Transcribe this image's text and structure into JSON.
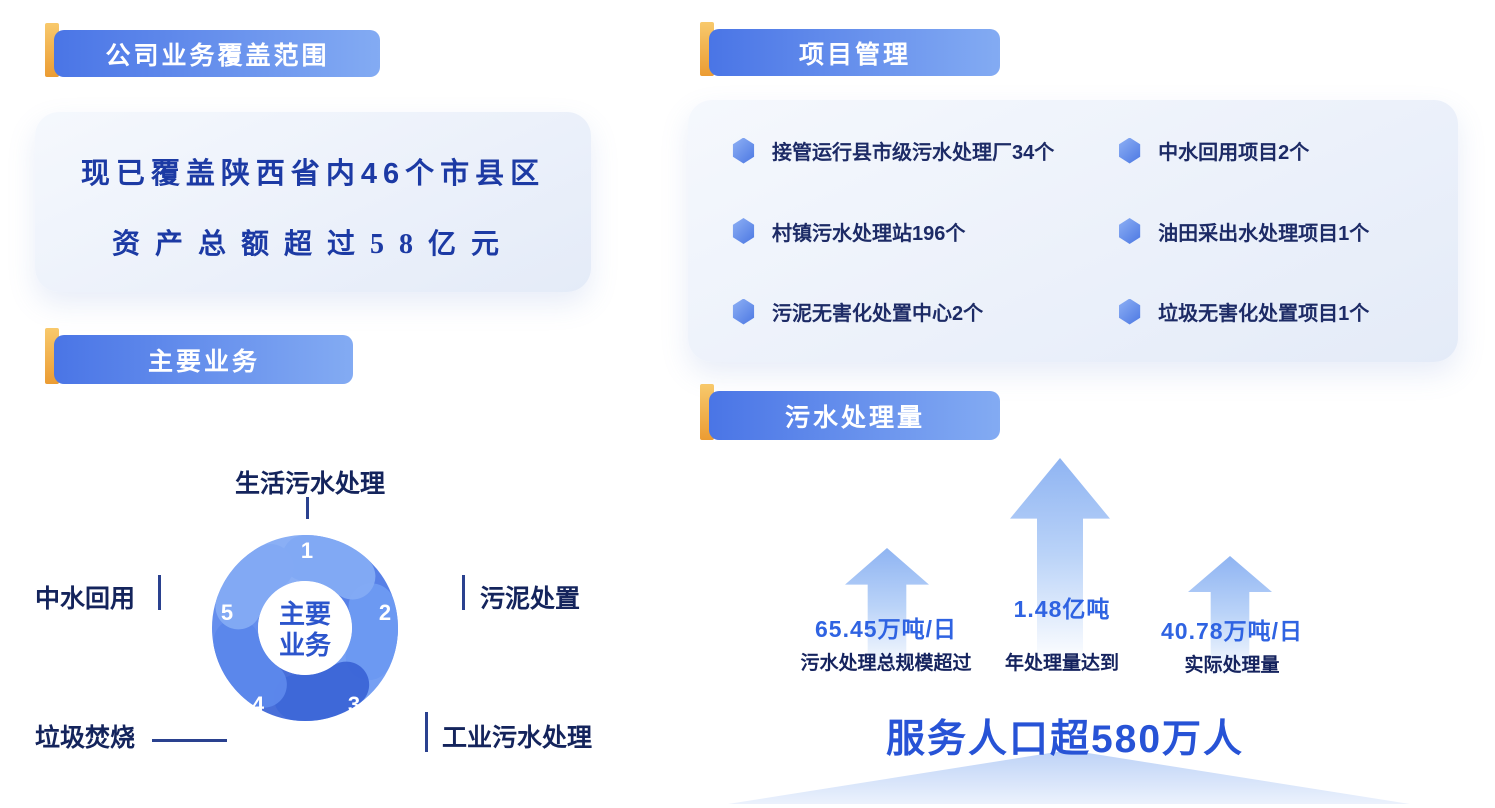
{
  "colors": {
    "accent_orange": "#f0a63c",
    "badge_blue_start": "#4a75e6",
    "badge_blue_end": "#83abf3",
    "panel_background": "#ecf1fa",
    "headline_blue": "#1c3aa4",
    "stat_blue": "#2f63e2",
    "text_navy": "#1d2b66"
  },
  "left": {
    "coverage": {
      "title": "公司业务覆盖范围",
      "line1": "现已覆盖陕西省内46个市县区",
      "line2": "资产总额超过58亿元"
    },
    "business": {
      "title": "主要业务",
      "center_label": "主要业务",
      "items": [
        {
          "num": "1",
          "label": "生活污水处理"
        },
        {
          "num": "2",
          "label": "污泥处置"
        },
        {
          "num": "3",
          "label": "工业污水处理"
        },
        {
          "num": "4",
          "label": "垃圾焚烧"
        },
        {
          "num": "5",
          "label": "中水回用"
        }
      ]
    }
  },
  "right": {
    "projects": {
      "title": "项目管理",
      "bullet_icon": "hexagon-icon",
      "col1": [
        "接管运行县市级污水处理厂34个",
        "村镇污水处理站196个",
        "污泥无害化处置中心2个"
      ],
      "col2": [
        "中水回用项目2个",
        "油田采出水处理项目1个",
        "垃圾无害化处置项目1个"
      ]
    },
    "treatment": {
      "title": "污水处理量",
      "stats": [
        {
          "value": "65.45万吨/日",
          "label": "污水处理总规模超过"
        },
        {
          "value": "1.48亿吨",
          "label": "年处理量达到"
        },
        {
          "value": "40.78万吨/日",
          "label": "实际处理量"
        }
      ],
      "footer": "服务人口超580万人"
    }
  }
}
